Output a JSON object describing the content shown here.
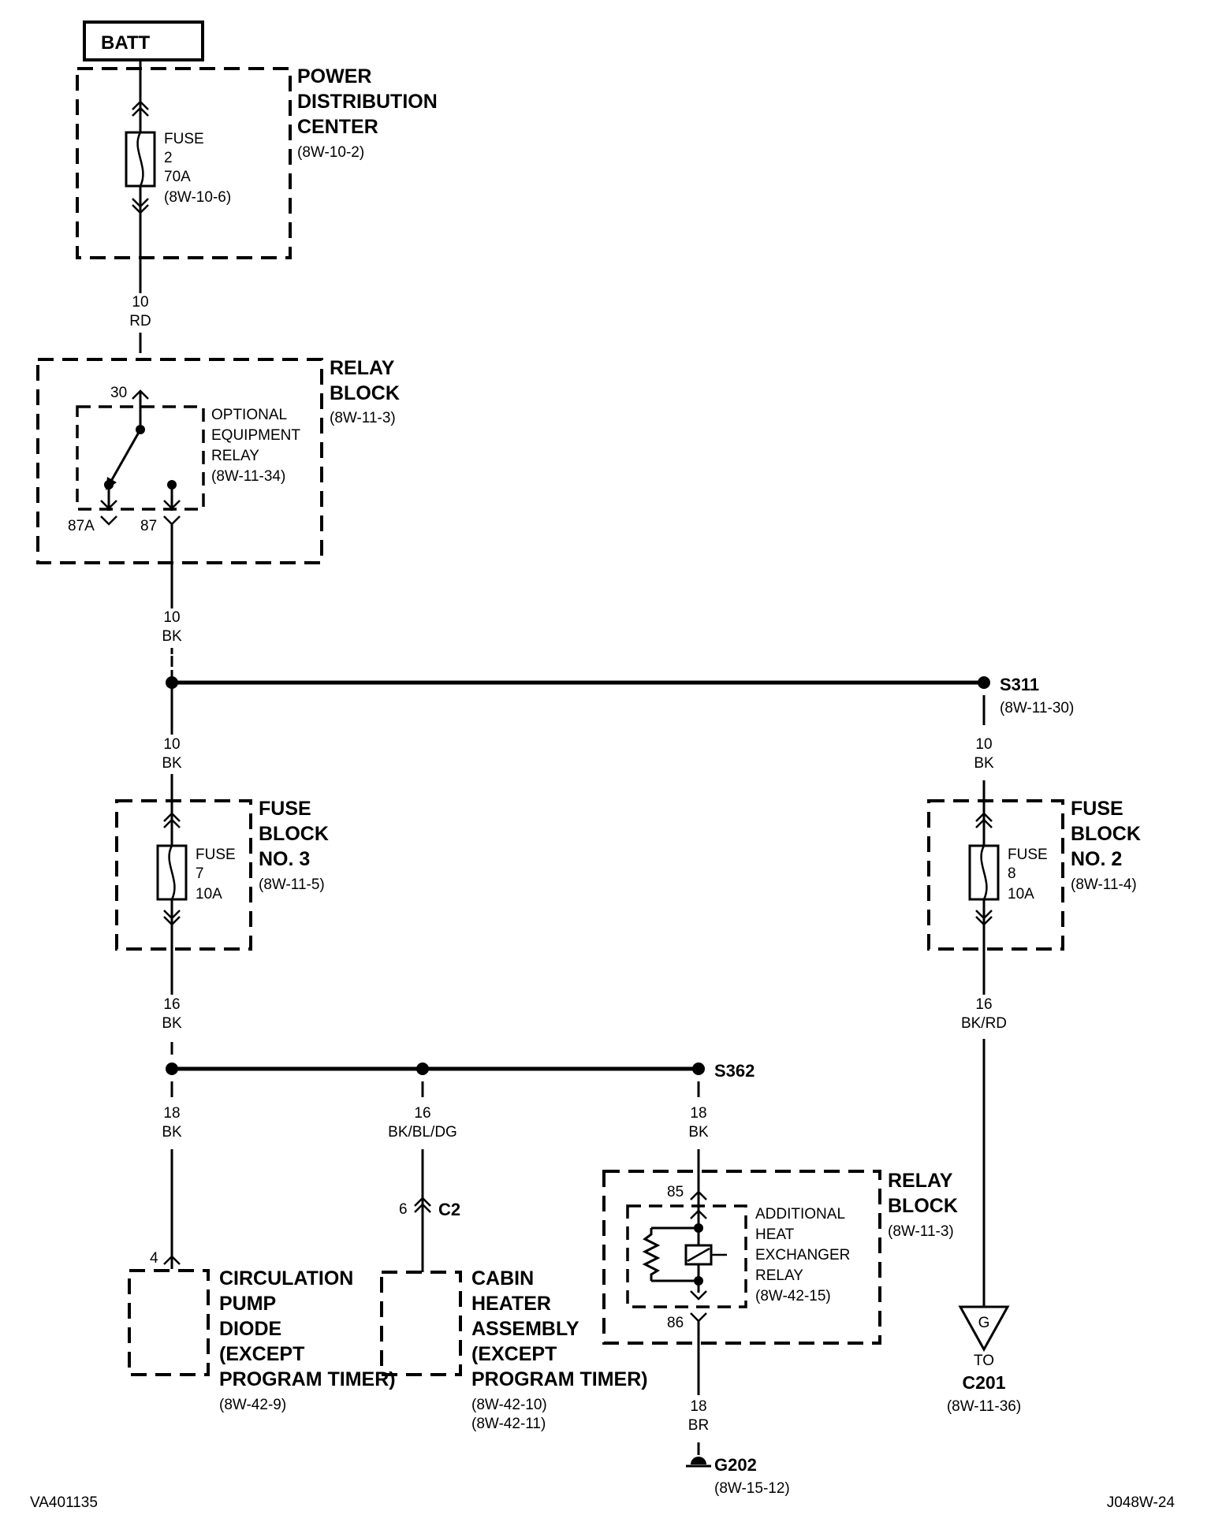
{
  "batt": {
    "label": "BATT"
  },
  "pdc": {
    "title": [
      "POWER",
      "DISTRIBUTION",
      "CENTER"
    ],
    "ref": "(8W-10-2)"
  },
  "fuse2": {
    "lines": [
      "FUSE",
      "2",
      "70A",
      "(8W-10-6)"
    ]
  },
  "wire_10rd": {
    "gauge": "10",
    "color": "RD"
  },
  "relay_block_top": {
    "title": [
      "RELAY",
      "BLOCK"
    ],
    "ref": "(8W-11-3)"
  },
  "opt_relay": {
    "lines": [
      "OPTIONAL",
      "EQUIPMENT",
      "RELAY",
      "(8W-11-34)"
    ],
    "pin30": "30",
    "pin87a": "87A",
    "pin87": "87"
  },
  "wire_10bk_a": {
    "gauge": "10",
    "color": "BK"
  },
  "s311": {
    "label": "S311",
    "ref": "(8W-11-30)"
  },
  "wire_10bk_b": {
    "gauge": "10",
    "color": "BK"
  },
  "wire_10bk_c": {
    "gauge": "10",
    "color": "BK"
  },
  "fuse_block3": {
    "title": [
      "FUSE",
      "BLOCK",
      "NO. 3"
    ],
    "ref": "(8W-11-5)"
  },
  "fuse7": {
    "lines": [
      "FUSE",
      "7",
      "10A"
    ]
  },
  "fuse_block2": {
    "title": [
      "FUSE",
      "BLOCK",
      "NO. 2"
    ],
    "ref": "(8W-11-4)"
  },
  "fuse8": {
    "lines": [
      "FUSE",
      "8",
      "10A"
    ]
  },
  "wire_16bk": {
    "gauge": "16",
    "color": "BK"
  },
  "wire_16bkrd": {
    "gauge": "16",
    "color": "BK/RD"
  },
  "s362": {
    "label": "S362"
  },
  "wire_18bk_a": {
    "gauge": "18",
    "color": "BK"
  },
  "wire_16bkbldg": {
    "gauge": "16",
    "color": "BK/BL/DG"
  },
  "wire_18bk_b": {
    "gauge": "18",
    "color": "BK"
  },
  "c2": {
    "pin": "6",
    "label": "C2"
  },
  "pump": {
    "pin": "4",
    "title": [
      "CIRCULATION",
      "PUMP",
      "DIODE",
      "(EXCEPT",
      "PROGRAM TIMER)"
    ],
    "ref": "(8W-42-9)"
  },
  "heater": {
    "title": [
      "CABIN",
      "HEATER",
      "ASSEMBLY",
      "(EXCEPT",
      "PROGRAM TIMER)"
    ],
    "refs": [
      "(8W-42-10)",
      "(8W-42-11)"
    ]
  },
  "relay_block_bottom": {
    "title": [
      "RELAY",
      "BLOCK"
    ],
    "ref": "(8W-11-3)"
  },
  "heat_relay": {
    "lines": [
      "ADDITIONAL",
      "HEAT",
      "EXCHANGER",
      "RELAY",
      "(8W-42-15)"
    ],
    "pin85": "85",
    "pin86": "86"
  },
  "wire_18br": {
    "gauge": "18",
    "color": "BR"
  },
  "g202": {
    "label": "G202",
    "ref": "(8W-15-12)"
  },
  "c201": {
    "symbol": "G",
    "to": "TO",
    "label": "C201",
    "ref": "(8W-11-36)"
  },
  "footer": {
    "left": "VA401135",
    "right": "J048W-24"
  }
}
